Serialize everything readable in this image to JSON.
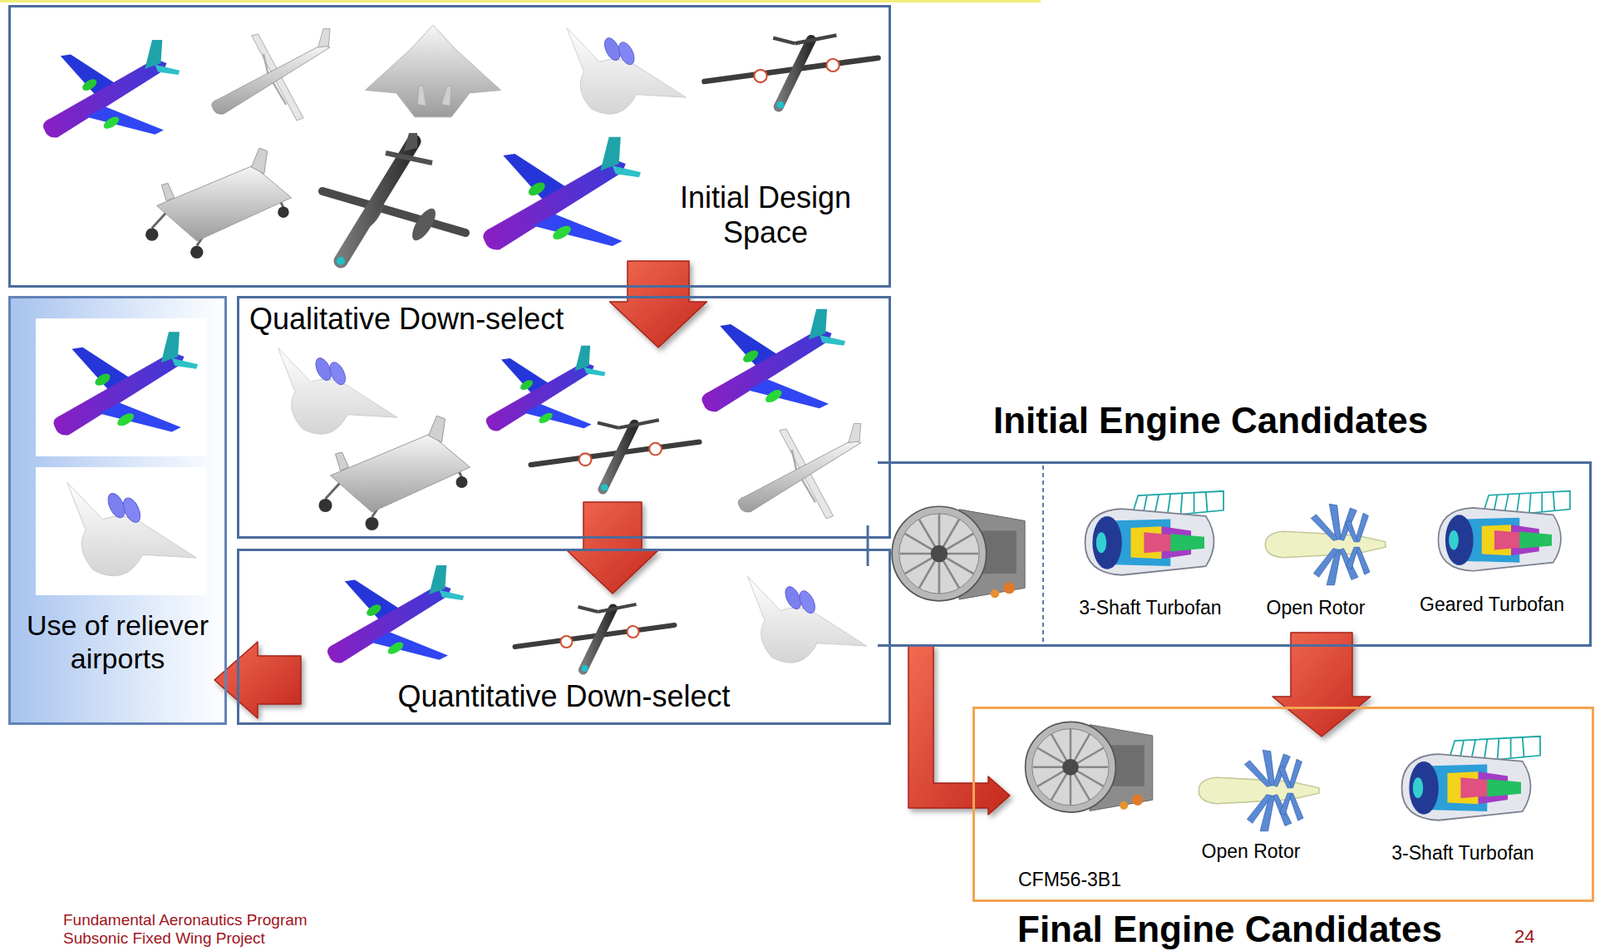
{
  "diagram": {
    "nodes": [
      {
        "text": [
          "Initial Design Space"
        ]
      },
      {
        "text": [
          "Qualitative Down-select"
        ]
      },
      {
        "text": [
          "Quantitative Down-select"
        ]
      },
      {
        "text": [
          "Use of reliever airports"
        ]
      },
      {
        "text": [
          "Initial Engine Candidates"
        ]
      },
      {
        "text": [
          "3-Shaft Turbofan"
        ],
        "in": 4
      },
      {
        "text": [
          "Open Rotor"
        ],
        "in": 4
      },
      {
        "text": [
          "Geared Turbofan"
        ],
        "in": 4
      },
      {
        "text": [
          "Final Engine Candidates"
        ]
      },
      {
        "text": [
          "CFM56-3B1"
        ],
        "in": 8
      },
      {
        "text": [
          "Open Rotor"
        ],
        "in": 8
      },
      {
        "text": [
          "3-Shaft Turbofan"
        ],
        "in": 8
      }
    ],
    "edges": [
      {
        "from": 0,
        "to": 1,
        "arrow": "to"
      },
      {
        "from": 1,
        "to": 2,
        "arrow": "to"
      },
      {
        "from": 2,
        "to": 3,
        "arrow": "to"
      },
      {
        "from": 4,
        "to": 8,
        "arrow": "to"
      },
      {
        "from": 4,
        "to": 9,
        "arrow": "to"
      }
    ],
    "labels": [
      "Fundamental Aeronautics Program",
      "Subsonic Fixed Wing Project",
      "24"
    ]
  }
}
